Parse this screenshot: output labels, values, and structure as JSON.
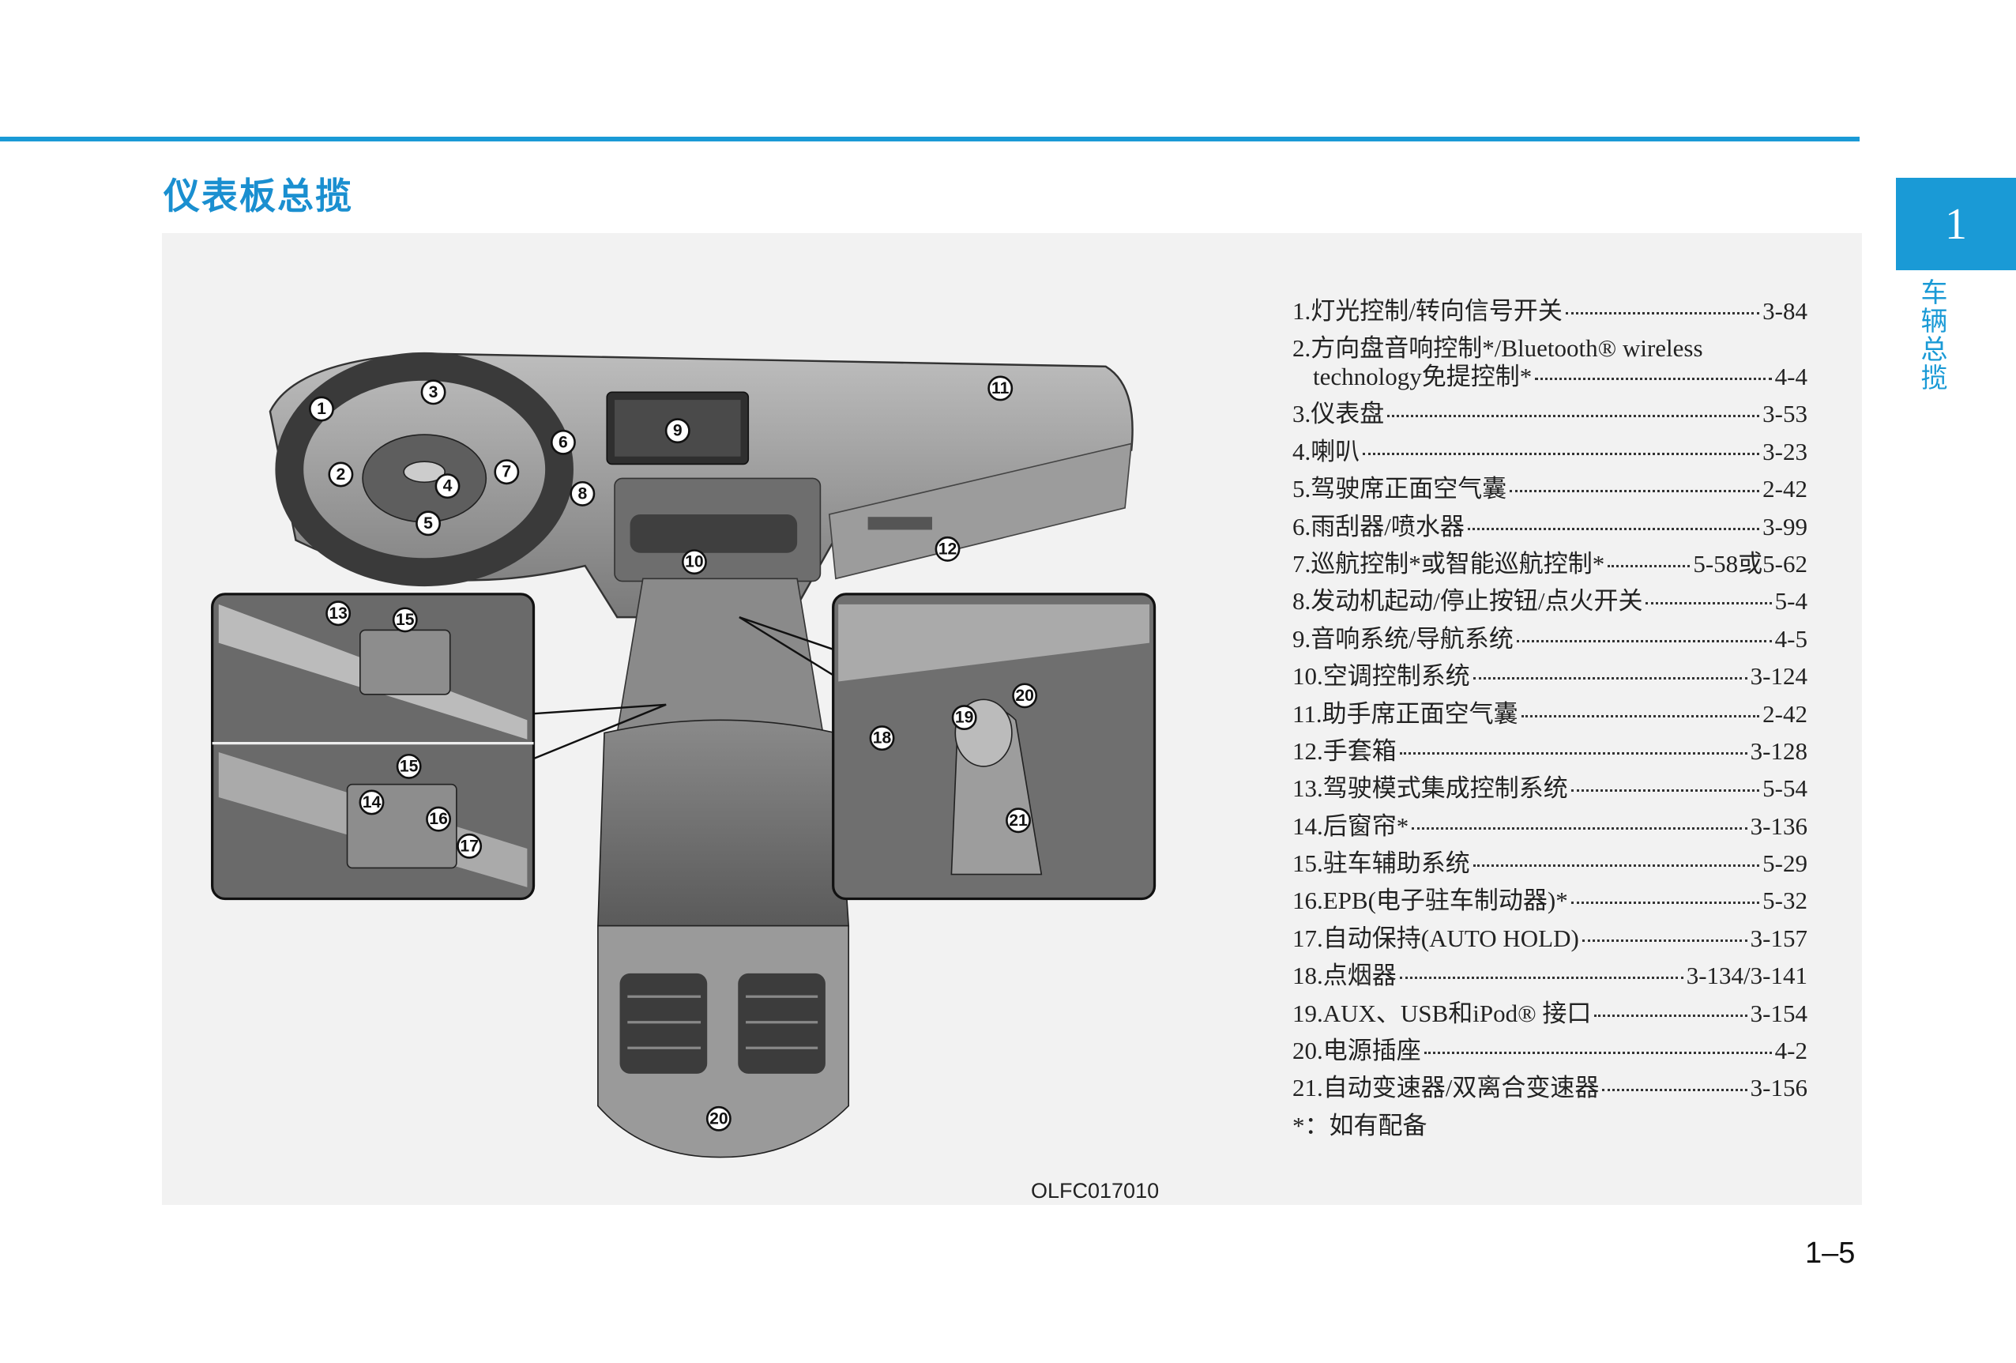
{
  "header": {
    "title": "仪表板总揽"
  },
  "chapter": {
    "number": "1",
    "name": "车辆总揽"
  },
  "figure": {
    "caption": "OLFC017010",
    "callouts": [
      "1",
      "2",
      "3",
      "4",
      "5",
      "6",
      "7",
      "8",
      "9",
      "10",
      "11",
      "12",
      "13",
      "15",
      "15",
      "14",
      "16",
      "17",
      "18",
      "19",
      "20",
      "21",
      "20"
    ]
  },
  "items": [
    {
      "num": "1.",
      "label": "灯光控制/转向信号开关",
      "page": "3-84"
    },
    {
      "num": "2.",
      "label": "方向盘音响控制*/Bluetooth® wireless",
      "label2": "technology免提控制*",
      "page": "4-4"
    },
    {
      "num": "3.",
      "label": "仪表盘",
      "page": "3-53"
    },
    {
      "num": "4.",
      "label": "喇叭",
      "page": "3-23"
    },
    {
      "num": "5.",
      "label": "驾驶席正面空气囊",
      "page": "2-42"
    },
    {
      "num": "6.",
      "label": "雨刮器/喷水器",
      "page": "3-99"
    },
    {
      "num": "7.",
      "label": "巡航控制*或智能巡航控制*",
      "page": "5-58或5-62"
    },
    {
      "num": "8.",
      "label": "发动机起动/停止按钮/点火开关",
      "page": "5-4"
    },
    {
      "num": "9.",
      "label": "音响系统/导航系统",
      "page": "4-5"
    },
    {
      "num": "10.",
      "label": "空调控制系统",
      "page": "3-124"
    },
    {
      "num": "11.",
      "label": "助手席正面空气囊",
      "page": "2-42"
    },
    {
      "num": "12.",
      "label": "手套箱",
      "page": "3-128"
    },
    {
      "num": "13.",
      "label": "驾驶模式集成控制系统",
      "page": "5-54"
    },
    {
      "num": "14.",
      "label": "后窗帘*",
      "page": "3-136"
    },
    {
      "num": "15.",
      "label": "驻车辅助系统",
      "page": "5-29"
    },
    {
      "num": "16.",
      "label": "EPB(电子驻车制动器)*",
      "page": "5-32"
    },
    {
      "num": "17.",
      "label": "自动保持(AUTO HOLD)",
      "page": "3-157"
    },
    {
      "num": "18.",
      "label": "点烟器",
      "page": "3-134/3-141"
    },
    {
      "num": "19.",
      "label": "AUX、USB和iPod® 接口",
      "page": "3-154"
    },
    {
      "num": "20.",
      "label": "电源插座",
      "page": "4-2"
    },
    {
      "num": "21.",
      "label": "自动变速器/双离合变速器",
      "page": "3-156"
    }
  ],
  "footnote": "*：如有配备",
  "footer": {
    "page_number": "1–5"
  }
}
